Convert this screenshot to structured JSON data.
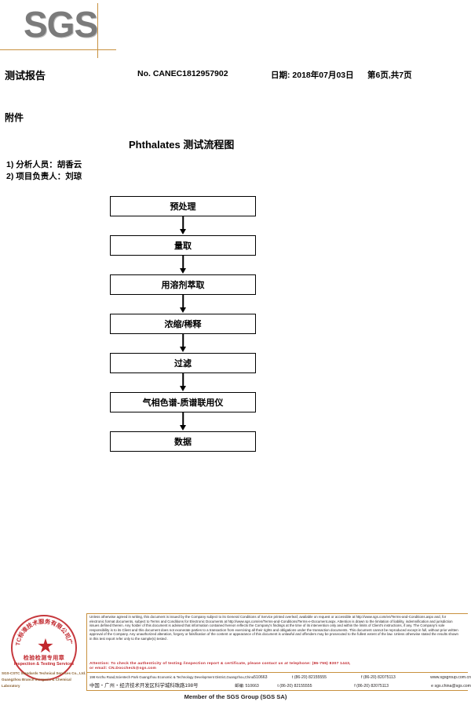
{
  "header": {
    "logo_text": "SGS",
    "report_title": "测试报告",
    "report_no": "No. CANEC1812957902",
    "date": "日期: 2018年07月03日",
    "page": "第6页,共7页"
  },
  "content": {
    "attachment_label": "附件",
    "flow_title": "Phthalates 测试流程图",
    "notes": [
      "1)  分析人员：胡香云",
      "2)  项目负责人：刘琼"
    ]
  },
  "flowchart": {
    "steps": [
      {
        "label": "预处理"
      },
      {
        "label": "量取"
      },
      {
        "label": "用溶剂萃取"
      },
      {
        "label": "浓缩/稀释"
      },
      {
        "label": "过滤"
      },
      {
        "label": "气相色谱-质谱联用仪"
      },
      {
        "label": "数据"
      }
    ]
  },
  "seal": {
    "arc_text": "SGS-CSTC标准技术服务有限公司广州分公司",
    "cn_label": "检验检测专用章",
    "en_label": "Inspection & Testing Services",
    "star_glyph": "★",
    "lab_name_en": "SGS-CSTC Standards Technical Services Co., Ltd.",
    "lab_name_en2": "Guangzhou Branch Inorganic & Chemical Laboratory"
  },
  "footer": {
    "disclaimer": "Unless otherwise agreed in writing, this document is issued by the Company subject to its General Conditions of Service printed overleaf, available on request or accessible at http://www.sgs.com/en/Terms-and-Conditions.aspx and, for electronic format documents, subject to Terms and Conditions for Electronic Documents at http://www.sgs.com/en/Terms-and-Conditions/Terms-e-Document.aspx. Attention is drawn to the limitation of liability, indemnification and jurisdiction issues defined therein. Any holder of this document is advised that information contained hereon reflects the Company's findings at the time of its intervention only and within the limits of Client's instructions, if any. The Company's sole responsibility is to its Client and this document does not exonerate parties to a transaction from exercising all their rights and obligations under the transaction documents. This document cannot be reproduced except in full, without prior written approval of the Company. Any unauthorized alteration, forgery or falsification of the content or appearance of this document is unlawful and offenders may be prosecuted to the fullest extent of the law. Unless otherwise stated the results shown in this test report refer only to the sample(s) tested .",
    "attention_line1": "Attention: To check the authenticity of testing /inspection report & certificate, please contact us at telephone: (86-755) 8307 1443,",
    "attention_line2": "or email: CN.Doccheck@sgs.com",
    "address_en": "198 Kezhu Road,Scientech Park Guangzhou Economic & Technology Development District,Guangzhou,China",
    "address_en_zip": "510663",
    "address_en_tel": "t (86-20) 82155555",
    "address_en_fax": "f (86-20) 82075113",
    "website": "www.sgsgroup.com.cn",
    "address_cn": "中国・广州・经济技术开发区科学城科珠路198号",
    "address_cn_zip": "邮编: 510663",
    "address_cn_tel": "t (86-20) 82155555",
    "address_cn_fax": "f (86-20) 82075113",
    "email": "e sgs.china@sgs.com",
    "member_line": "Member of the SGS Group (SGS SA)"
  },
  "colors": {
    "accent_orange": "#c8913f",
    "seal_red": "#c1272d",
    "logo_gray": "#7b7b7b"
  }
}
